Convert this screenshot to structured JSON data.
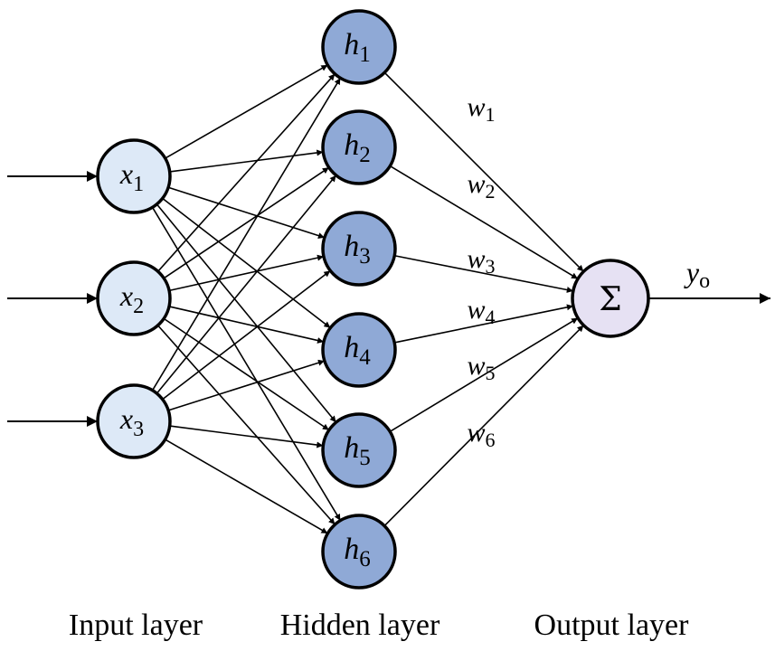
{
  "colors": {
    "input_fill": "#dde9f7",
    "hidden_fill": "#8fa9d6",
    "output_fill": "#e6e1f3",
    "stroke": "#000000"
  },
  "input_nodes": [
    {
      "var": "x",
      "sub": "1"
    },
    {
      "var": "x",
      "sub": "2"
    },
    {
      "var": "x",
      "sub": "3"
    }
  ],
  "hidden_nodes": [
    {
      "var": "h",
      "sub": "1"
    },
    {
      "var": "h",
      "sub": "2"
    },
    {
      "var": "h",
      "sub": "3"
    },
    {
      "var": "h",
      "sub": "4"
    },
    {
      "var": "h",
      "sub": "5"
    },
    {
      "var": "h",
      "sub": "6"
    }
  ],
  "weights": [
    {
      "var": "w",
      "sub": "1"
    },
    {
      "var": "w",
      "sub": "2"
    },
    {
      "var": "w",
      "sub": "3"
    },
    {
      "var": "w",
      "sub": "4"
    },
    {
      "var": "w",
      "sub": "5"
    },
    {
      "var": "w",
      "sub": "6"
    }
  ],
  "output_node": {
    "symbol": "Σ"
  },
  "output_label": {
    "var": "y",
    "sub": "o"
  },
  "layer_labels": {
    "input": "Input layer",
    "hidden": "Hidden layer",
    "output": "Output layer"
  }
}
